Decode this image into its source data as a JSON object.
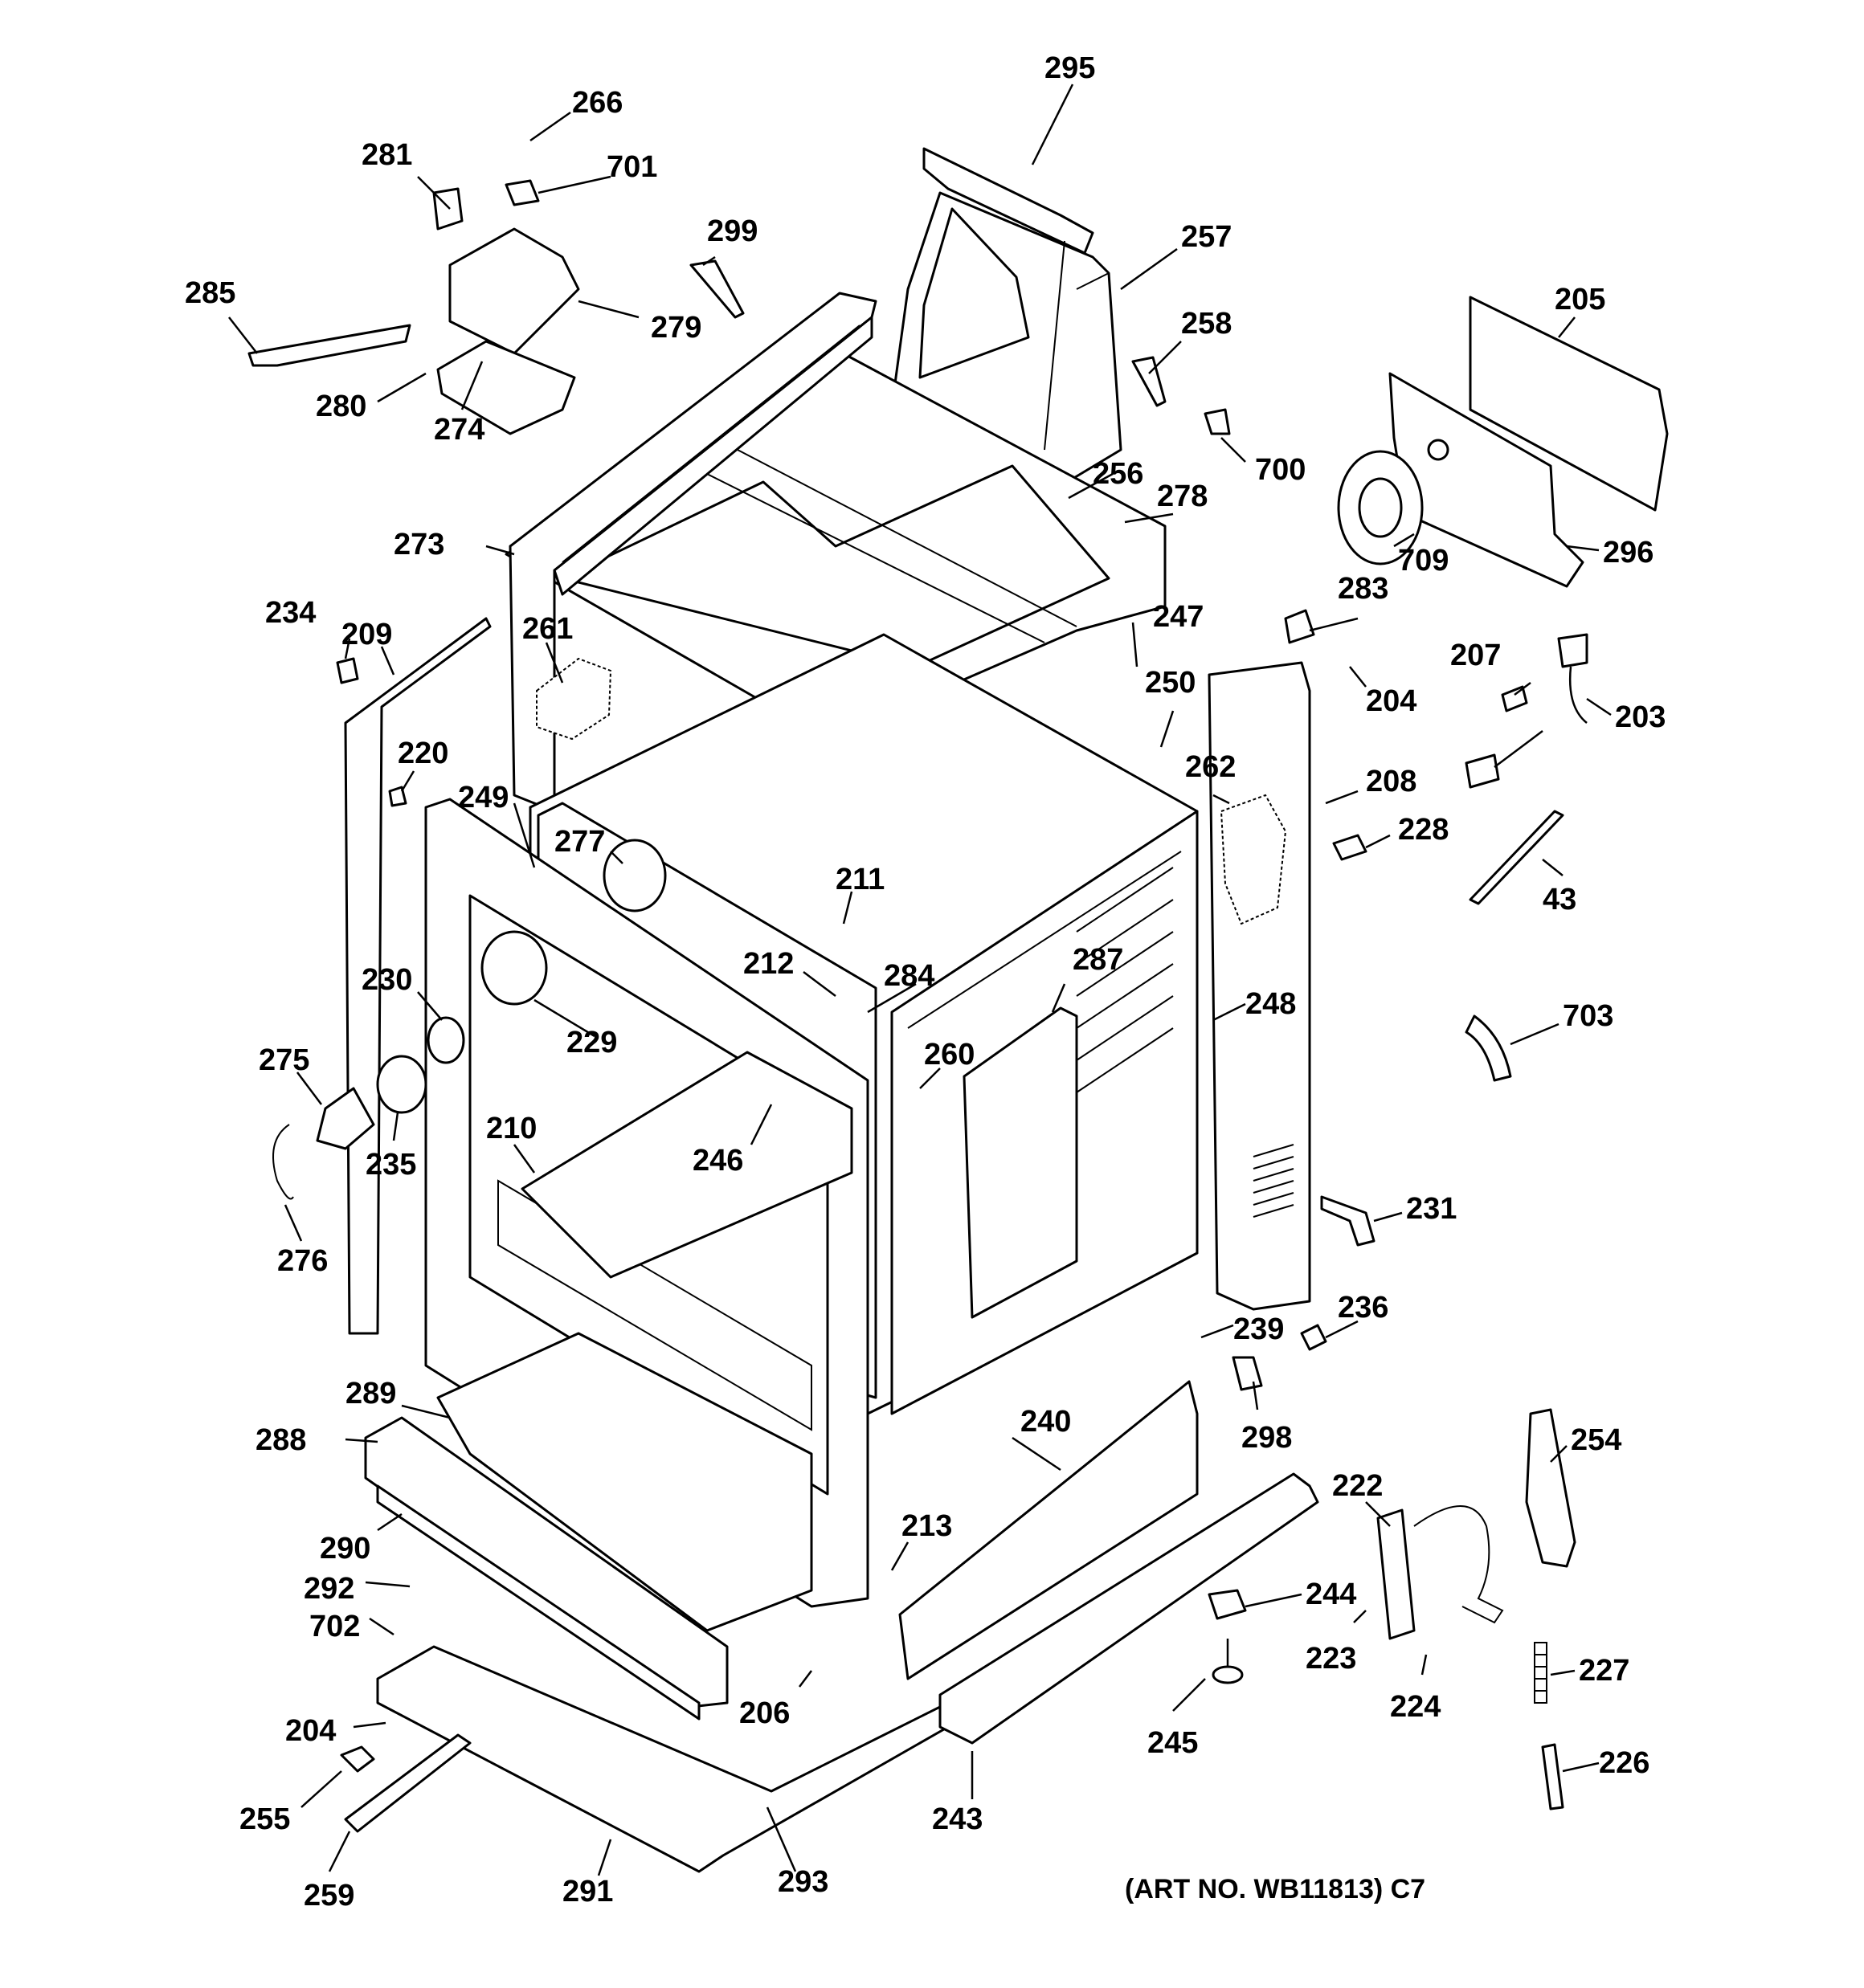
{
  "figure": {
    "art_no": "(ART NO. WB11813) C7"
  },
  "labels": [
    {
      "id": "295",
      "text": "295"
    },
    {
      "id": "266",
      "text": "266"
    },
    {
      "id": "281",
      "text": "281"
    },
    {
      "id": "701",
      "text": "701"
    },
    {
      "id": "257",
      "text": "257"
    },
    {
      "id": "299",
      "text": "299"
    },
    {
      "id": "205",
      "text": "205"
    },
    {
      "id": "285",
      "text": "285"
    },
    {
      "id": "279",
      "text": "279"
    },
    {
      "id": "258",
      "text": "258"
    },
    {
      "id": "280",
      "text": "280"
    },
    {
      "id": "274",
      "text": "274"
    },
    {
      "id": "700",
      "text": "700"
    },
    {
      "id": "256",
      "text": "256"
    },
    {
      "id": "278",
      "text": "278"
    },
    {
      "id": "273",
      "text": "273"
    },
    {
      "id": "709",
      "text": "709"
    },
    {
      "id": "296",
      "text": "296"
    },
    {
      "id": "283",
      "text": "283"
    },
    {
      "id": "234",
      "text": "234"
    },
    {
      "id": "209",
      "text": "209"
    },
    {
      "id": "261",
      "text": "261"
    },
    {
      "id": "247",
      "text": "247"
    },
    {
      "id": "207",
      "text": "207"
    },
    {
      "id": "250",
      "text": "250"
    },
    {
      "id": "204a",
      "text": "204"
    },
    {
      "id": "203",
      "text": "203"
    },
    {
      "id": "220",
      "text": "220"
    },
    {
      "id": "262",
      "text": "262"
    },
    {
      "id": "208",
      "text": "208"
    },
    {
      "id": "249",
      "text": "249"
    },
    {
      "id": "228",
      "text": "228"
    },
    {
      "id": "277",
      "text": "277"
    },
    {
      "id": "211",
      "text": "211"
    },
    {
      "id": "43",
      "text": "43"
    },
    {
      "id": "212",
      "text": "212"
    },
    {
      "id": "284",
      "text": "284"
    },
    {
      "id": "287",
      "text": "287"
    },
    {
      "id": "230",
      "text": "230"
    },
    {
      "id": "248",
      "text": "248"
    },
    {
      "id": "703",
      "text": "703"
    },
    {
      "id": "229",
      "text": "229"
    },
    {
      "id": "260",
      "text": "260"
    },
    {
      "id": "275",
      "text": "275"
    },
    {
      "id": "210",
      "text": "210"
    },
    {
      "id": "246",
      "text": "246"
    },
    {
      "id": "235",
      "text": "235"
    },
    {
      "id": "231",
      "text": "231"
    },
    {
      "id": "276",
      "text": "276"
    },
    {
      "id": "236",
      "text": "236"
    },
    {
      "id": "239",
      "text": "239"
    },
    {
      "id": "289",
      "text": "289"
    },
    {
      "id": "240",
      "text": "240"
    },
    {
      "id": "298",
      "text": "298"
    },
    {
      "id": "288",
      "text": "288"
    },
    {
      "id": "254",
      "text": "254"
    },
    {
      "id": "222",
      "text": "222"
    },
    {
      "id": "213",
      "text": "213"
    },
    {
      "id": "290",
      "text": "290"
    },
    {
      "id": "244",
      "text": "244"
    },
    {
      "id": "292",
      "text": "292"
    },
    {
      "id": "223",
      "text": "223"
    },
    {
      "id": "702",
      "text": "702"
    },
    {
      "id": "227",
      "text": "227"
    },
    {
      "id": "206",
      "text": "206"
    },
    {
      "id": "224",
      "text": "224"
    },
    {
      "id": "204b",
      "text": "204"
    },
    {
      "id": "245",
      "text": "245"
    },
    {
      "id": "226",
      "text": "226"
    },
    {
      "id": "255",
      "text": "255"
    },
    {
      "id": "243",
      "text": "243"
    },
    {
      "id": "259",
      "text": "259"
    },
    {
      "id": "291",
      "text": "291"
    },
    {
      "id": "293",
      "text": "293"
    }
  ]
}
